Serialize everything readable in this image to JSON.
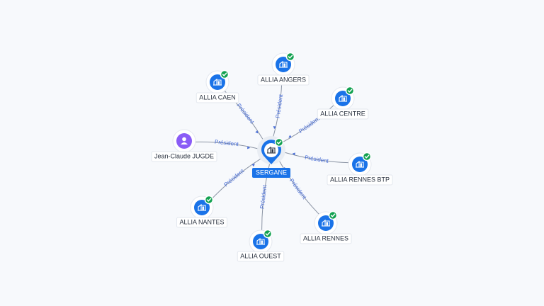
{
  "center": {
    "label": "SERGANE",
    "verified": true,
    "icon": "building-icon"
  },
  "nodes": [
    {
      "id": "allia-angers",
      "label": "ALLIA ANGERS",
      "kind": "company",
      "verified": true,
      "icon": "building-icon"
    },
    {
      "id": "allia-caen",
      "label": "ALLIA CAEN",
      "kind": "company",
      "verified": true,
      "icon": "building-icon"
    },
    {
      "id": "allia-centre",
      "label": "ALLIA CENTRE",
      "kind": "company",
      "verified": true,
      "icon": "building-icon"
    },
    {
      "id": "jean-claude-jugde",
      "label": "Jean-Claude JUGDE",
      "kind": "person",
      "verified": false,
      "icon": "person-icon"
    },
    {
      "id": "allia-rennes-btp",
      "label": "ALLIA RENNES BTP",
      "kind": "company",
      "verified": true,
      "icon": "building-icon"
    },
    {
      "id": "allia-nantes",
      "label": "ALLIA NANTES",
      "kind": "company",
      "verified": true,
      "icon": "building-icon"
    },
    {
      "id": "allia-rennes",
      "label": "ALLIA RENNES",
      "kind": "company",
      "verified": true,
      "icon": "building-icon"
    },
    {
      "id": "allia-ouest",
      "label": "ALLIA OUEST",
      "kind": "company",
      "verified": true,
      "icon": "building-icon"
    }
  ],
  "edges": [
    {
      "to": "allia-angers",
      "label": "Président"
    },
    {
      "to": "allia-caen",
      "label": "Président"
    },
    {
      "to": "allia-centre",
      "label": "Président"
    },
    {
      "to": "jean-claude-jugde",
      "label": "Président"
    },
    {
      "to": "allia-rennes-btp",
      "label": "Président"
    },
    {
      "to": "allia-nantes",
      "label": "Président"
    },
    {
      "to": "allia-rennes",
      "label": "Président"
    },
    {
      "to": "allia-ouest",
      "label": "Président"
    }
  ],
  "colors": {
    "company": "#1a73e8",
    "person": "#8a5cf6",
    "verified": "#12a150",
    "edge_label": "#4a6fd8"
  }
}
